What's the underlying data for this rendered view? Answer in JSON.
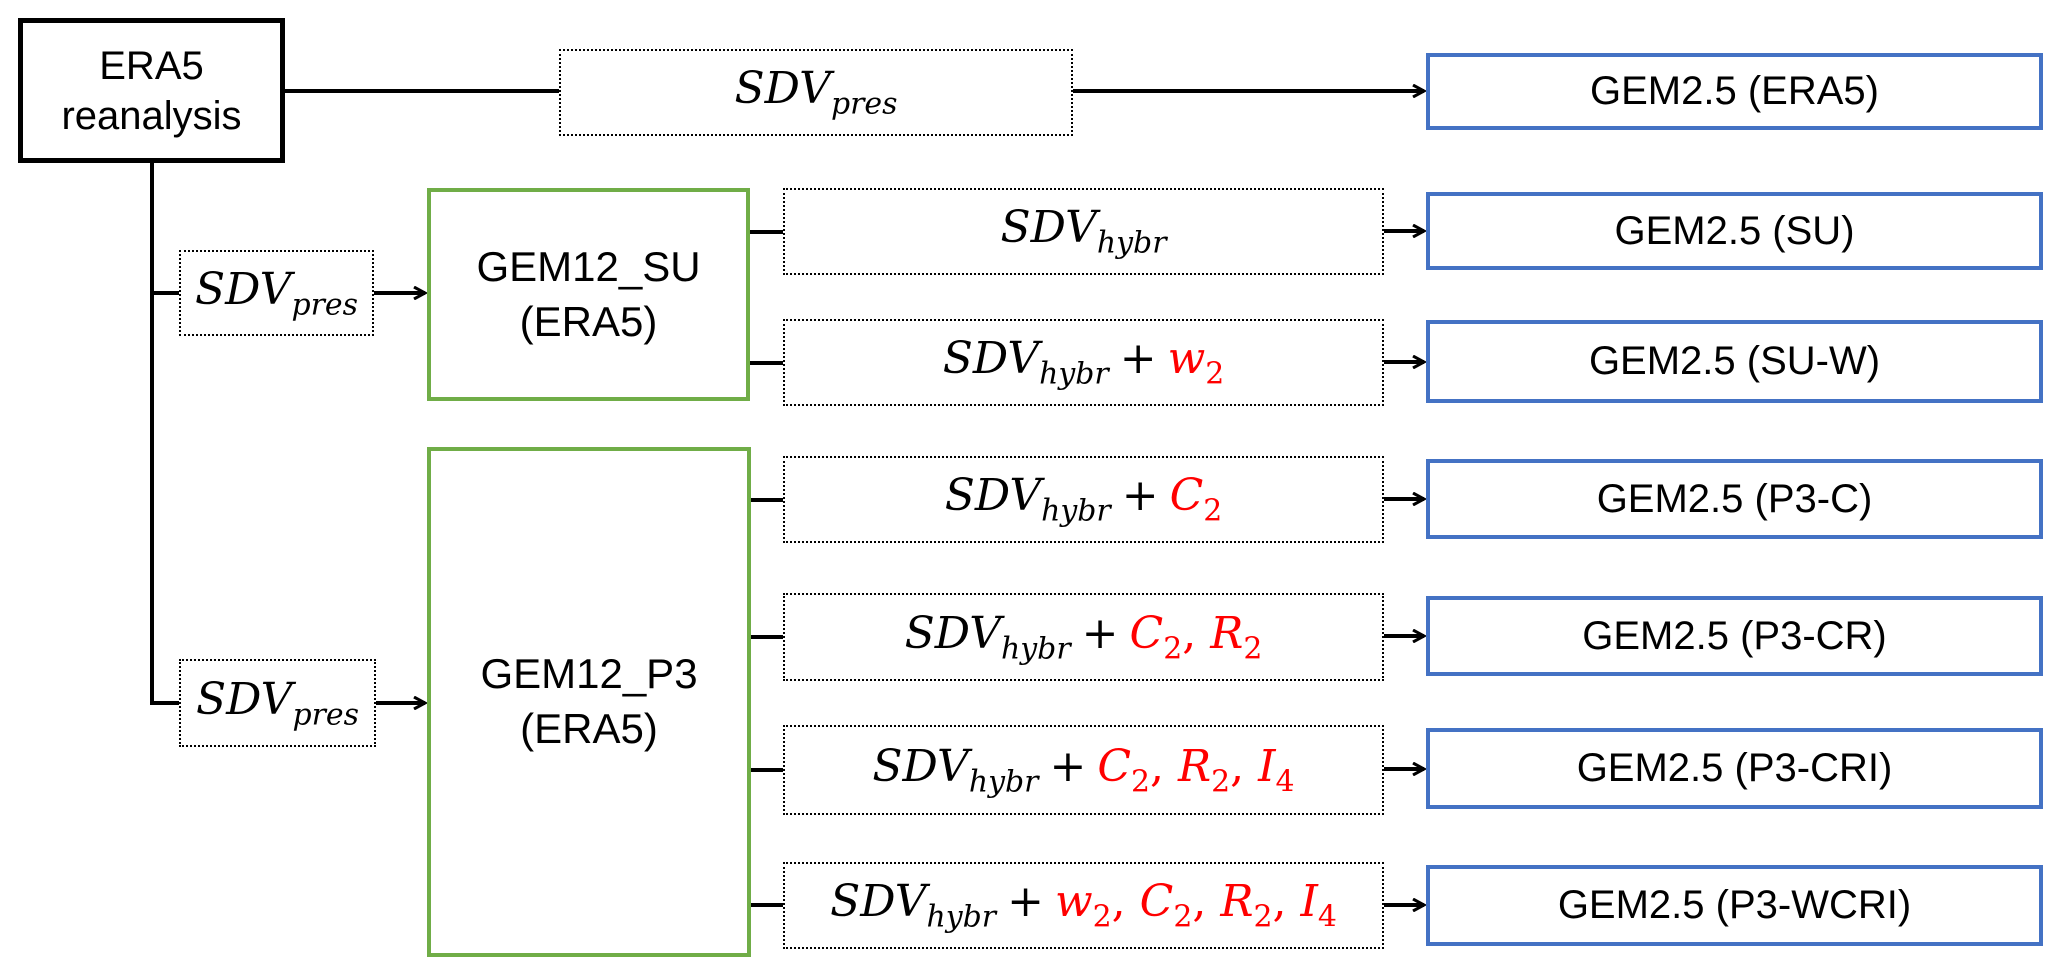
{
  "source": {
    "line1": "ERA5",
    "line2": "reanalysis"
  },
  "top_branch": {
    "transfer": {
      "base": "SDV",
      "sub": "pres"
    },
    "target": "GEM2.5 (ERA5)"
  },
  "su_branch": {
    "transfer": {
      "base": "SDV",
      "sub": "pres"
    },
    "model": {
      "line1": "GEM12_SU",
      "line2": "(ERA5)"
    },
    "rows": [
      {
        "base": "SDV",
        "sub": "hybr",
        "plus": "",
        "extras": [],
        "target": "GEM2.5 (SU)"
      },
      {
        "base": "SDV",
        "sub": "hybr",
        "plus": "+",
        "extras": [
          {
            "v": "w",
            "s": "2"
          }
        ],
        "target": "GEM2.5 (SU-W)"
      }
    ]
  },
  "p3_branch": {
    "transfer": {
      "base": "SDV",
      "sub": "pres"
    },
    "model": {
      "line1": "GEM12_P3",
      "line2": "(ERA5)"
    },
    "rows": [
      {
        "base": "SDV",
        "sub": "hybr",
        "plus": "+",
        "extras": [
          {
            "v": "C",
            "s": "2"
          }
        ],
        "target": "GEM2.5 (P3-C)"
      },
      {
        "base": "SDV",
        "sub": "hybr",
        "plus": "+",
        "extras": [
          {
            "v": "C",
            "s": "2"
          },
          {
            "v": "R",
            "s": "2"
          }
        ],
        "target": "GEM2.5 (P3-CR)"
      },
      {
        "base": "SDV",
        "sub": "hybr",
        "plus": "+",
        "extras": [
          {
            "v": "C",
            "s": "2"
          },
          {
            "v": "R",
            "s": "2"
          },
          {
            "v": "I",
            "s": "4"
          }
        ],
        "target": "GEM2.5 (P3-CRI)"
      },
      {
        "base": "SDV",
        "sub": "hybr",
        "plus": "+",
        "extras": [
          {
            "v": "w",
            "s": "2"
          },
          {
            "v": "C",
            "s": "2"
          },
          {
            "v": "R",
            "s": "2"
          },
          {
            "v": "I",
            "s": "4"
          }
        ],
        "target": "GEM2.5 (P3-WCRI)"
      }
    ]
  },
  "colors": {
    "driving_model_border": "#70AD47",
    "target_border": "#4472C4",
    "added_variables": "#FF0000",
    "source_border": "#000000"
  }
}
